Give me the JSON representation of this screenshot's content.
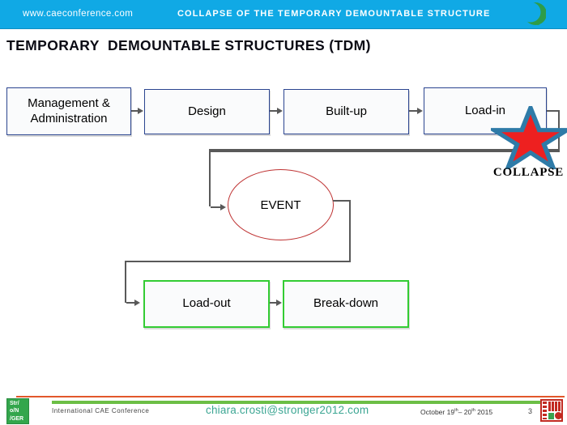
{
  "header": {
    "url": "www.caeconference.com",
    "title": "COLLAPSE OF THE TEMPORARY DEMOUNTABLE STRUCTURE"
  },
  "slide": {
    "title": "TEMPORARY  DEMOUNTABLE STRUCTURES (TDM)"
  },
  "flowchart": {
    "management_line1": "Management &",
    "management_line2": "Administration",
    "design": "Design",
    "built_up": "Built-up",
    "load_in": "Load-in",
    "collapse": "COLLAPSE",
    "event": "EVENT",
    "load_out": "Load-out",
    "break_down": "Break-down"
  },
  "footer": {
    "conference": "International CAE Conference",
    "email": "chiara.crosti@stronger2012.com",
    "date_prefix": "October 19",
    "date_sup1": "th",
    "date_mid": "– 20",
    "date_sup2": "th",
    "date_suffix": " 2015",
    "page": "3",
    "stronger_logo_lines": [
      "Str/",
      "o/N",
      "/GER"
    ]
  },
  "colors": {
    "header_bg": "#10A9E5",
    "box_border_blue": "#2B4590",
    "box_fill": "#FAFBFC",
    "green_border": "#33CC33",
    "connector": "#595959",
    "star_fill": "#EE2020",
    "star_stroke": "#2E7BA8",
    "ellipse_stroke": "#BF3333",
    "footer_orange": "#E2572B",
    "footer_green": "#6CBE45",
    "email_teal": "#3CA693",
    "logo_green": "#33A64C",
    "seal_red": "#C22A21"
  }
}
